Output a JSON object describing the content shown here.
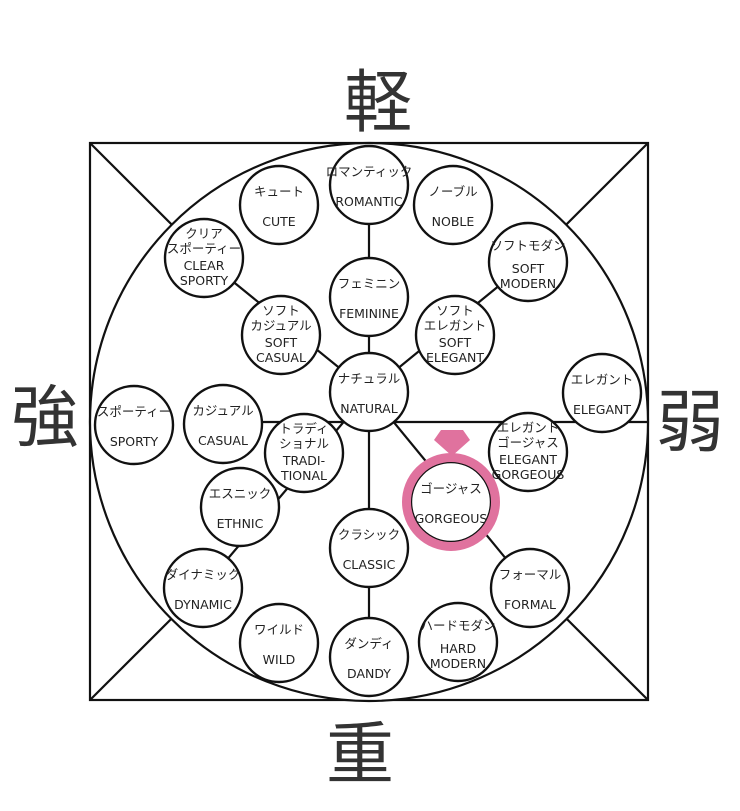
{
  "axes": {
    "top": "軽",
    "left": "強",
    "right": "弱",
    "bottom": "重"
  },
  "highlight_color": "#e0729e",
  "highlighted": "GORGEOUS",
  "nodes": [
    {
      "jp": "ロマンティック",
      "en": [
        "ROMANTIC"
      ]
    },
    {
      "jp": "キュート",
      "en": [
        "CUTE"
      ]
    },
    {
      "jp": "ノーブル",
      "en": [
        "NOBLE"
      ]
    },
    {
      "jp": "クリア|スポーティー",
      "en": [
        "CLEAR",
        "SPORTY"
      ]
    },
    {
      "jp": "ソフトモダン",
      "en": [
        "SOFT",
        "MODERN"
      ]
    },
    {
      "jp": "フェミニン",
      "en": [
        "FEMININE"
      ]
    },
    {
      "jp": "ソフト|カジュアル",
      "en": [
        "SOFT",
        "CASUAL"
      ]
    },
    {
      "jp": "ソフト|エレガント",
      "en": [
        "SOFT",
        "ELEGANT"
      ]
    },
    {
      "jp": "ナチュラル",
      "en": [
        "NATURAL"
      ]
    },
    {
      "jp": "エレガント",
      "en": [
        "ELEGANT"
      ]
    },
    {
      "jp": "スポーティー",
      "en": [
        "SPORTY"
      ]
    },
    {
      "jp": "カジュアル",
      "en": [
        "CASUAL"
      ]
    },
    {
      "jp": "トラディ|ショナル",
      "en": [
        "TRADI-",
        "TIONAL"
      ]
    },
    {
      "jp": "エレガント|ゴージャス",
      "en": [
        "ELEGANT",
        "GORGEOUS"
      ]
    },
    {
      "jp": "エスニック",
      "en": [
        "ETHNIC"
      ]
    },
    {
      "jp": "ゴージャス",
      "en": [
        "GORGEOUS"
      ]
    },
    {
      "jp": "クラシック",
      "en": [
        "CLASSIC"
      ]
    },
    {
      "jp": "フォーマル",
      "en": [
        "FORMAL"
      ]
    },
    {
      "jp": "ダイナミック",
      "en": [
        "DYNAMIC"
      ]
    },
    {
      "jp": "ワイルド",
      "en": [
        "WILD"
      ]
    },
    {
      "jp": "ダンディ",
      "en": [
        "DANDY"
      ]
    },
    {
      "jp": "ハードモダン",
      "en": [
        "HARD",
        "MODERN"
      ]
    }
  ]
}
